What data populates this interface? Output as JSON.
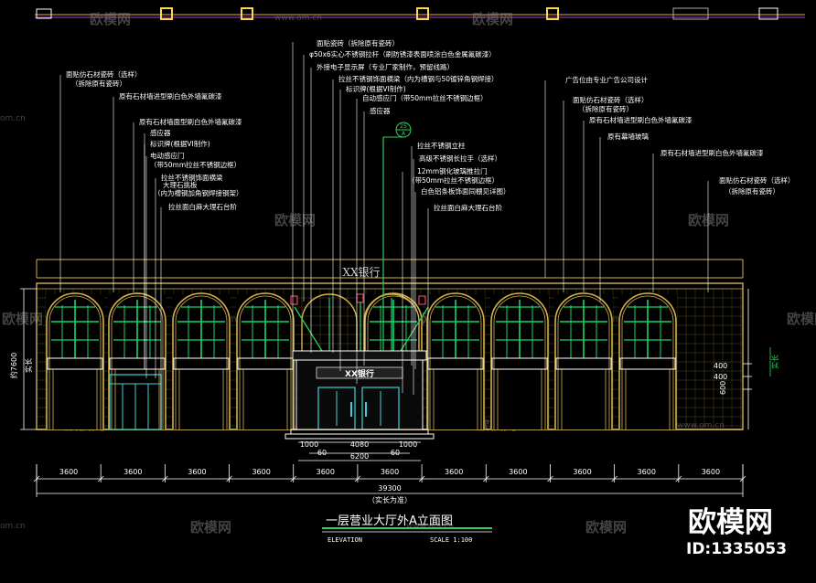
{
  "colors": {
    "background": "#000000",
    "frame": "#d2b24a",
    "glass": "#19d46b",
    "leader": "#ffffff",
    "green_leader": "#2fd15a",
    "door": "#39d2d8",
    "marker": "#e0455a"
  },
  "left_annotations": [
    "面贴仿石材瓷砖（选样）",
    "（拆除原有瓷砖）",
    "原有石材墙进型刷白色外墙氟碳漆",
    "原有石材墙面型刷白色外墙氟碳漆",
    "感应器",
    "标识牌(根据VI制作)",
    "电动感应门",
    "（带50mm拉丝不锈钢边框）",
    "拉丝不锈钢饰面横梁",
    "大理石挑板",
    "（内为槽钢加角钢焊接钢架）",
    "拉丝面白麻大理石台阶"
  ],
  "center_annotations": [
    "面贴瓷砖（拆除原有瓷砖）",
    "φ50x6实心不锈钢拉杆（刷防锈漆表面喷涂白色金属氟碳漆）",
    "外接电子显示屏（专业厂家制作，预留线路）",
    "拉丝不锈钢饰面横梁（内为槽钢与50镀锌角钢焊接）",
    "标识牌(根据VI制作)",
    "自动感应门（带50mm拉丝不锈钢边框）",
    "感应器",
    "拉丝不锈钢立柱",
    "高级不锈钢长拉手（选样）",
    "12mm钢化玻璃推拉门",
    "（带50mm拉丝不锈钢边框）",
    "白色铝条板饰面同棚见详图）",
    "拉丝面白麻大理石台阶"
  ],
  "right_annotations": [
    "广告位由专业广告公司设计",
    "面贴仿石材瓷砖（选样）",
    "（拆除原有瓷砖）",
    "原有石材墙进型刷白色外墙氟碳漆",
    "原有幕墙玻璃",
    "原有石材墙进型刷白色外墙氟碳漆",
    "面贴仿石材瓷砖（选样）",
    "（拆除原有瓷砖）"
  ],
  "marker": {
    "top": "25",
    "bottom": "A"
  },
  "bank_sign": "XX银行",
  "canopy_sign": "XX银行",
  "left_height": {
    "value": "约7600",
    "note": "实长"
  },
  "right_dims": [
    "400",
    "400",
    "600"
  ],
  "right_dim_vertical": "实长",
  "bottom_dims": {
    "segments": [
      "3600",
      "3600",
      "3600",
      "3600",
      "3600",
      "3600",
      "3600",
      "3600",
      "3600",
      "3600",
      "3600"
    ],
    "total": "39300",
    "total_note": "（实长为准）",
    "entrance_total": "4080",
    "entrance_side_a": "1000",
    "entrance_side_b": "1000",
    "entrance_inner_a": "60",
    "entrance_inner_b": "60",
    "entrance_width": "6200"
  },
  "title": "一层营业大厅外A立面图",
  "elevation_label": "ELEVATION",
  "scale_label": "SCALE 1:100",
  "watermark": {
    "brand": "欧模网",
    "domain": "www.om.cn",
    "short": "om.cn"
  },
  "logo": "欧模网",
  "logo_id": "ID:1335053"
}
